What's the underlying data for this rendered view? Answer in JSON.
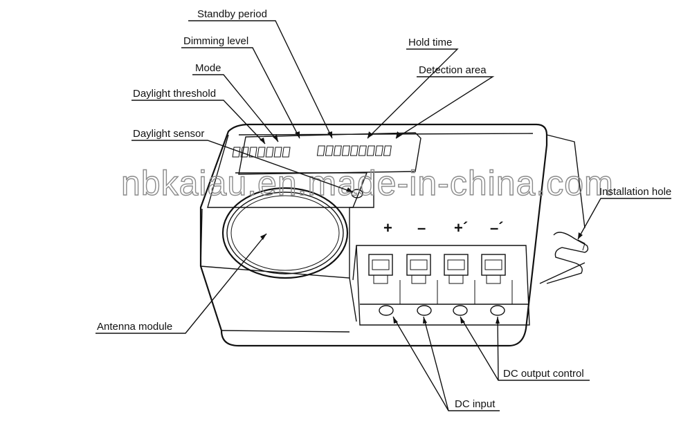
{
  "labels": {
    "standby_period": "Standby period",
    "dimming_level": "Dimming level",
    "mode": "Mode",
    "daylight_threshold": "Daylight  threshold",
    "daylight_sensor": "Daylight  sensor",
    "hold_time": "Hold time",
    "detection_area": "Detection area",
    "installation_hole": "Installation hole",
    "antenna_module": "Antenna module",
    "dc_output_control": "DC output control",
    "dc_input": "DC input"
  },
  "terminal_polarity": [
    "+",
    "–",
    "+´",
    "–´"
  ],
  "watermark": "nbkaiau.en.made-in-china.com"
}
